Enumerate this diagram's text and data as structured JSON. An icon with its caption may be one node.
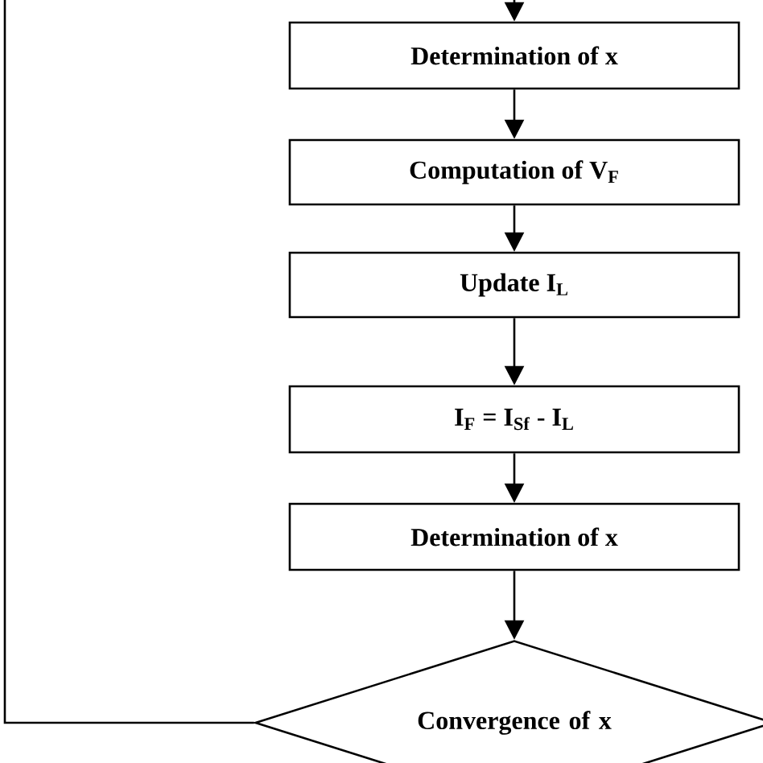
{
  "diagram": {
    "nodes": [
      {
        "text": [
          "Determination of x"
        ]
      },
      {
        "text": [
          "Computation of V$_{F}$"
        ]
      },
      {
        "text": [
          "Update I$_{L}$"
        ]
      },
      {
        "text": [
          "I$_{F}$ = I$_{Sf}$ - I$_{L}$"
        ]
      },
      {
        "text": [
          "Determination of x"
        ]
      },
      {
        "text": [
          "Convergence of x"
        ]
      }
    ],
    "edges": [
      {
        "from": null,
        "to": 0,
        "arrow": "to"
      },
      {
        "from": 0,
        "to": 1,
        "arrow": "to"
      },
      {
        "from": 1,
        "to": 2,
        "arrow": "to"
      },
      {
        "from": 2,
        "to": 3,
        "arrow": "to"
      },
      {
        "from": 3,
        "to": 4,
        "arrow": "to"
      },
      {
        "from": 4,
        "to": 5,
        "arrow": "to"
      },
      {
        "from": 5,
        "to": null,
        "arrow": "none"
      }
    ]
  }
}
